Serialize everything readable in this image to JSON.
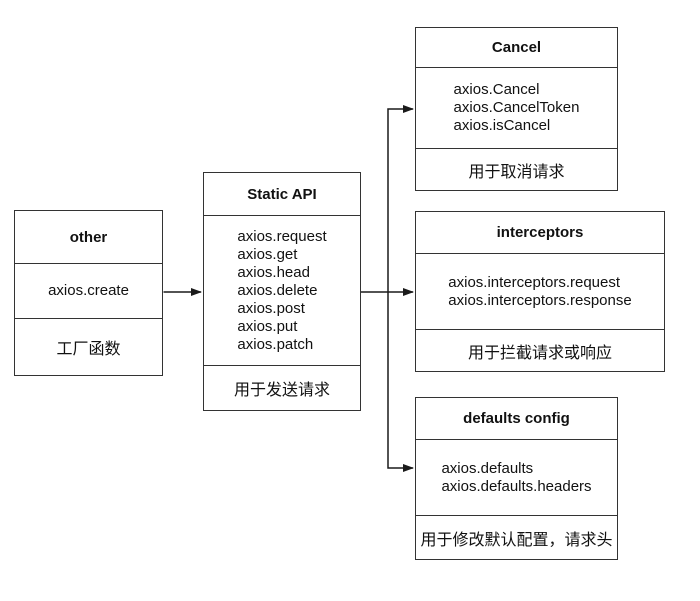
{
  "diagram": {
    "boxes": {
      "other": {
        "title": "other",
        "items": [
          "axios.create"
        ],
        "caption": "工厂函数"
      },
      "static_api": {
        "title": "Static API",
        "items": [
          "axios.request",
          "axios.get",
          "axios.head",
          "axios.delete",
          "axios.post",
          "axios.put",
          "axios.patch"
        ],
        "caption": "用于发送请求"
      },
      "cancel": {
        "title": "Cancel",
        "items": [
          "axios.Cancel",
          "axios.CancelToken",
          "axios.isCancel"
        ],
        "caption": "用于取消请求"
      },
      "interceptors": {
        "title": "interceptors",
        "items": [
          "axios.interceptors.request",
          "axios.interceptors.response"
        ],
        "caption": "用于拦截请求或响应"
      },
      "defaults_config": {
        "title": "defaults config",
        "items": [
          "axios.defaults",
          "axios.defaults.headers"
        ],
        "caption": "用于修改默认配置，请求头"
      }
    },
    "colors": {
      "border_color": "#333333",
      "line_color": "#1a1a1a",
      "text_color": "#111111",
      "background_color": "#ffffff"
    }
  }
}
